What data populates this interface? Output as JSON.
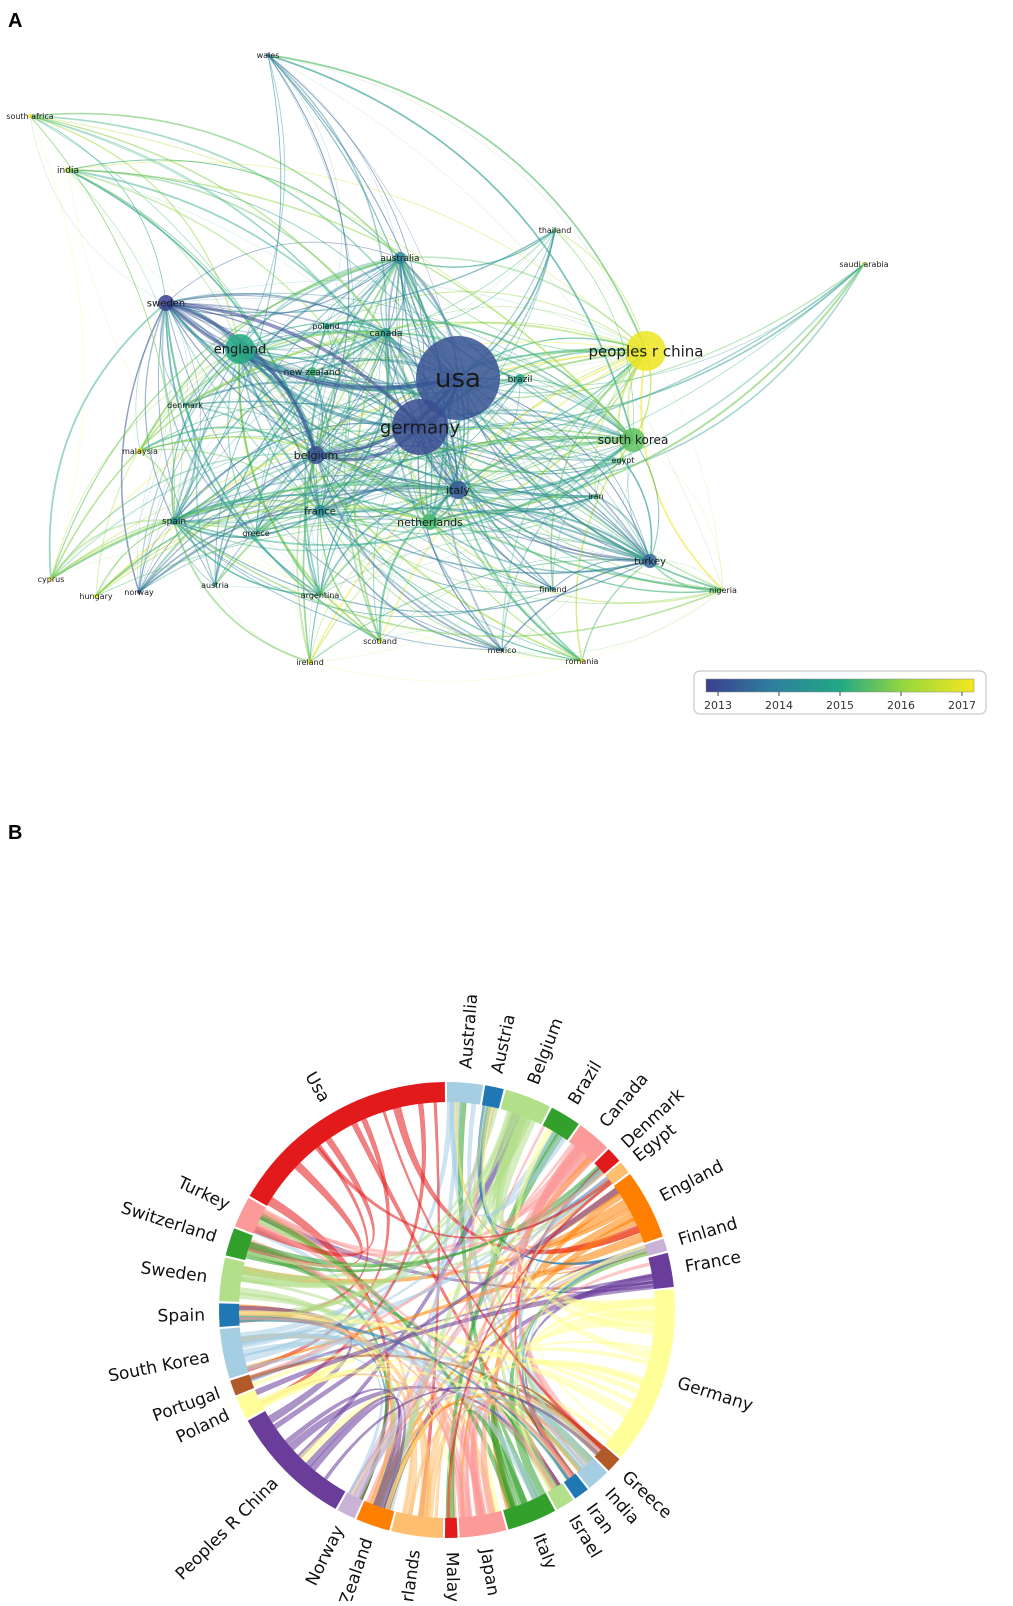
{
  "panel_a": {
    "label": "A",
    "nodes": [
      {
        "id": "usa",
        "label": "usa",
        "year": 2013.3
      },
      {
        "id": "germany",
        "label": "germany",
        "year": 2013.2
      },
      {
        "id": "peoples-r-china",
        "label": "peoples r china",
        "year": 2016.9
      },
      {
        "id": "england",
        "label": "england",
        "year": 2015.0
      },
      {
        "id": "south-korea",
        "label": "south korea",
        "year": 2015.5
      },
      {
        "id": "sweden",
        "label": "sweden",
        "year": 2013.0
      },
      {
        "id": "belgium",
        "label": "belgium",
        "year": 2013.3
      },
      {
        "id": "italy",
        "label": "italy",
        "year": 2013.4
      },
      {
        "id": "netherlands",
        "label": "netherlands",
        "year": 2015.3
      },
      {
        "id": "australia",
        "label": "australia",
        "year": 2014.1
      },
      {
        "id": "canada",
        "label": "canada",
        "year": 2014.6
      },
      {
        "id": "brazil",
        "label": "brazil",
        "year": 2014.9
      },
      {
        "id": "new-zealand",
        "label": "new zealand",
        "year": 2015.2
      },
      {
        "id": "france",
        "label": "france",
        "year": 2014.3
      },
      {
        "id": "spain",
        "label": "spain",
        "year": 2014.4
      },
      {
        "id": "turkey",
        "label": "turkey",
        "year": 2013.6
      },
      {
        "id": "poland",
        "label": "poland",
        "year": 2015.0
      },
      {
        "id": "denmark",
        "label": "denmark",
        "year": 2015.0
      },
      {
        "id": "malaysia",
        "label": "malaysia",
        "year": 2017.0
      },
      {
        "id": "egypt",
        "label": "egypt",
        "year": 2015.6
      },
      {
        "id": "iran",
        "label": "iran",
        "year": 2015.2
      },
      {
        "id": "greece",
        "label": "greece",
        "year": 2015.2
      },
      {
        "id": "austria",
        "label": "austria",
        "year": 2014.4
      },
      {
        "id": "norway",
        "label": "norway",
        "year": 2013.4
      },
      {
        "id": "hungary",
        "label": "hungary",
        "year": 2017.0
      },
      {
        "id": "cyprus",
        "label": "cyprus",
        "year": 2017.0
      },
      {
        "id": "argentina",
        "label": "argentina",
        "year": 2015.6
      },
      {
        "id": "scotland",
        "label": "scotland",
        "year": 2016.8
      },
      {
        "id": "ireland",
        "label": "ireland",
        "year": 2016.9
      },
      {
        "id": "mexico",
        "label": "mexico",
        "year": 2013.6
      },
      {
        "id": "finland",
        "label": "finland",
        "year": 2014.2
      },
      {
        "id": "romania",
        "label": "romania",
        "year": 2017.0
      },
      {
        "id": "nigeria",
        "label": "nigeria",
        "year": 2017.0
      },
      {
        "id": "india",
        "label": "india",
        "year": 2016.3
      },
      {
        "id": "south-africa",
        "label": "south africa",
        "year": 2017.0
      },
      {
        "id": "wales",
        "label": "wales",
        "year": 2013.9
      },
      {
        "id": "thailand",
        "label": "thailand",
        "year": 2015.5
      },
      {
        "id": "saudi-arabia",
        "label": "saudi arabia",
        "year": 2016.0
      }
    ],
    "color_scale": {
      "ticks": [
        "2013",
        "2014",
        "2015",
        "2016",
        "2017"
      ],
      "colors": [
        "#3b3f8f",
        "#2f7f9e",
        "#22a884",
        "#9bd93c",
        "#f5e61e"
      ]
    }
  },
  "panel_b": {
    "label": "B",
    "segments": [
      {
        "label": "Australia",
        "color": "#a6cee3"
      },
      {
        "label": "Austria",
        "color": "#1f78b4"
      },
      {
        "label": "Belgium",
        "color": "#b2df8a"
      },
      {
        "label": "Brazil",
        "color": "#33a02c"
      },
      {
        "label": "Canada",
        "color": "#fb9a99"
      },
      {
        "label": "Denmark",
        "color": "#e31a1c"
      },
      {
        "label": "Egypt",
        "color": "#fdbf6f"
      },
      {
        "label": "England",
        "color": "#ff7f00"
      },
      {
        "label": "Finland",
        "color": "#cab2d6"
      },
      {
        "label": "France",
        "color": "#6a3d9a"
      },
      {
        "label": "Germany",
        "color": "#ffff99"
      },
      {
        "label": "Greece",
        "color": "#b15928"
      },
      {
        "label": "India",
        "color": "#a6cee3"
      },
      {
        "label": "Iran",
        "color": "#1f78b4"
      },
      {
        "label": "Israel",
        "color": "#b2df8a"
      },
      {
        "label": "Italy",
        "color": "#33a02c"
      },
      {
        "label": "Japan",
        "color": "#fb9a99"
      },
      {
        "label": "Malaysia",
        "color": "#e31a1c"
      },
      {
        "label": "Netherlands",
        "color": "#fdbf6f"
      },
      {
        "label": "New Zealand",
        "color": "#ff7f00"
      },
      {
        "label": "Norway",
        "color": "#cab2d6"
      },
      {
        "label": "Peoples R China",
        "color": "#6a3d9a"
      },
      {
        "label": "Poland",
        "color": "#ffff99"
      },
      {
        "label": "Portugal",
        "color": "#b15928"
      },
      {
        "label": "South Korea",
        "color": "#a6cee3"
      },
      {
        "label": "Spain",
        "color": "#1f78b4"
      },
      {
        "label": "Sweden",
        "color": "#b2df8a"
      },
      {
        "label": "Switzerland",
        "color": "#33a02c"
      },
      {
        "label": "Turkey",
        "color": "#fb9a99"
      },
      {
        "label": "Usa",
        "color": "#e31a1c"
      }
    ]
  }
}
